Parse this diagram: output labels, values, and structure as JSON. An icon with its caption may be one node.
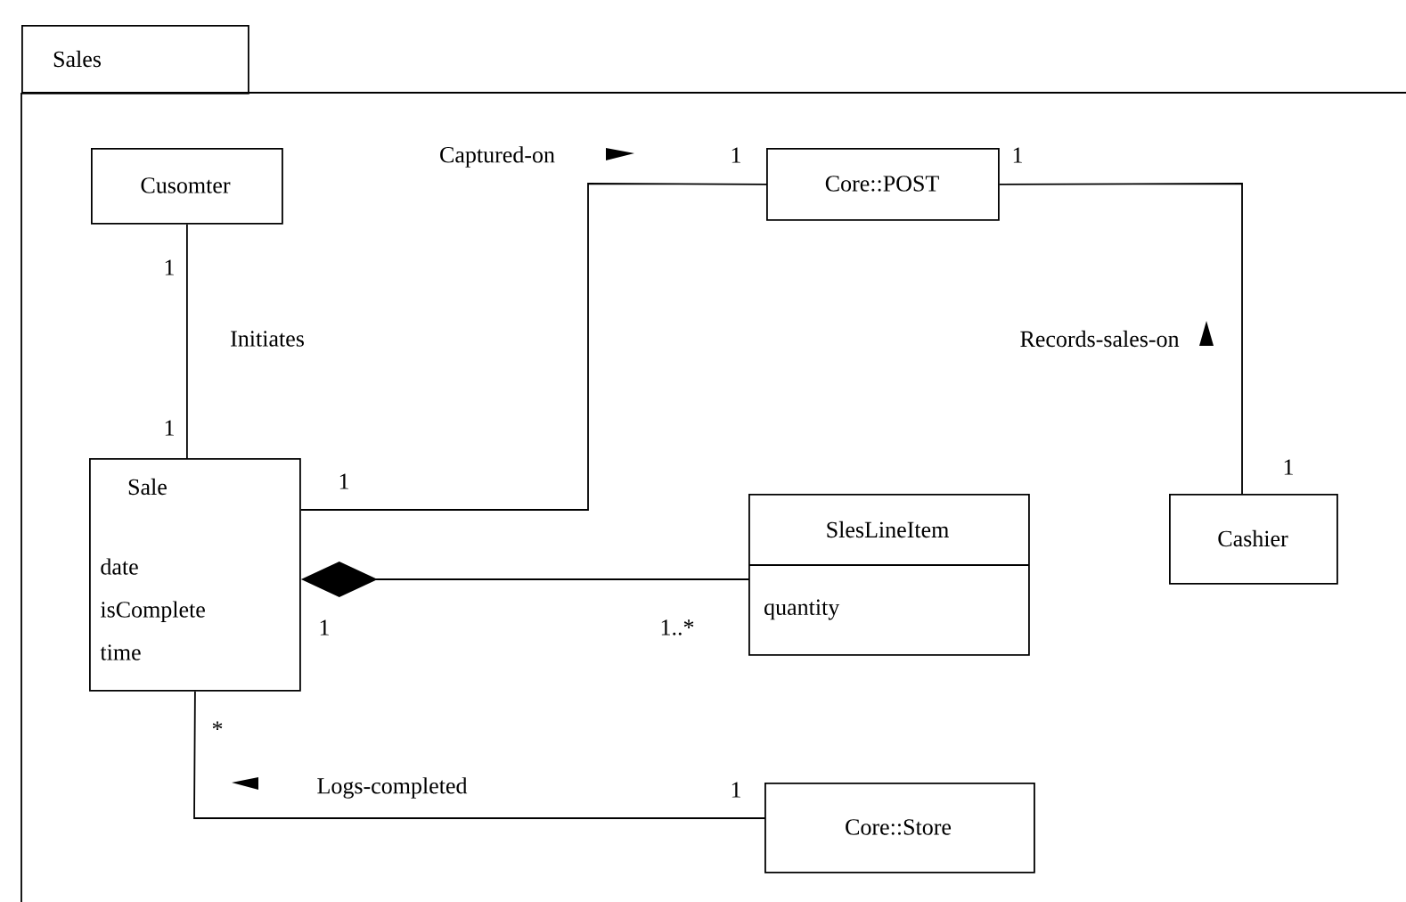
{
  "diagram": {
    "nodes": [
      {
        "text": [
          "Sales"
        ]
      },
      {
        "text": [
          "Cusomter"
        ],
        "in": 0
      },
      {
        "text": [
          "Sale",
          "date isComplete time"
        ],
        "in": 0
      },
      {
        "text": [
          "Core::POST"
        ],
        "in": 0
      },
      {
        "text": [
          "SlesLineItem",
          "quantity"
        ],
        "in": 0
      },
      {
        "text": [
          "Cashier"
        ],
        "in": 0
      },
      {
        "text": [
          "Core::Store"
        ],
        "in": 0
      }
    ],
    "edges": [
      {
        "from": 1,
        "to": 2,
        "arrow": "none",
        "label": "Initiates"
      },
      {
        "from": 2,
        "to": 3,
        "arrow": "none",
        "label": "Captured-on"
      },
      {
        "from": 3,
        "to": 5,
        "arrow": "none",
        "label": "Records-sales-on"
      },
      {
        "from": 2,
        "to": 4,
        "arrow": "other"
      },
      {
        "from": 2,
        "to": 6,
        "arrow": "none",
        "label": "Logs-completed"
      }
    ],
    "labels": [
      "1",
      "1",
      "1",
      "1",
      "1",
      "1",
      "1",
      "1..*",
      "*",
      "1"
    ]
  }
}
